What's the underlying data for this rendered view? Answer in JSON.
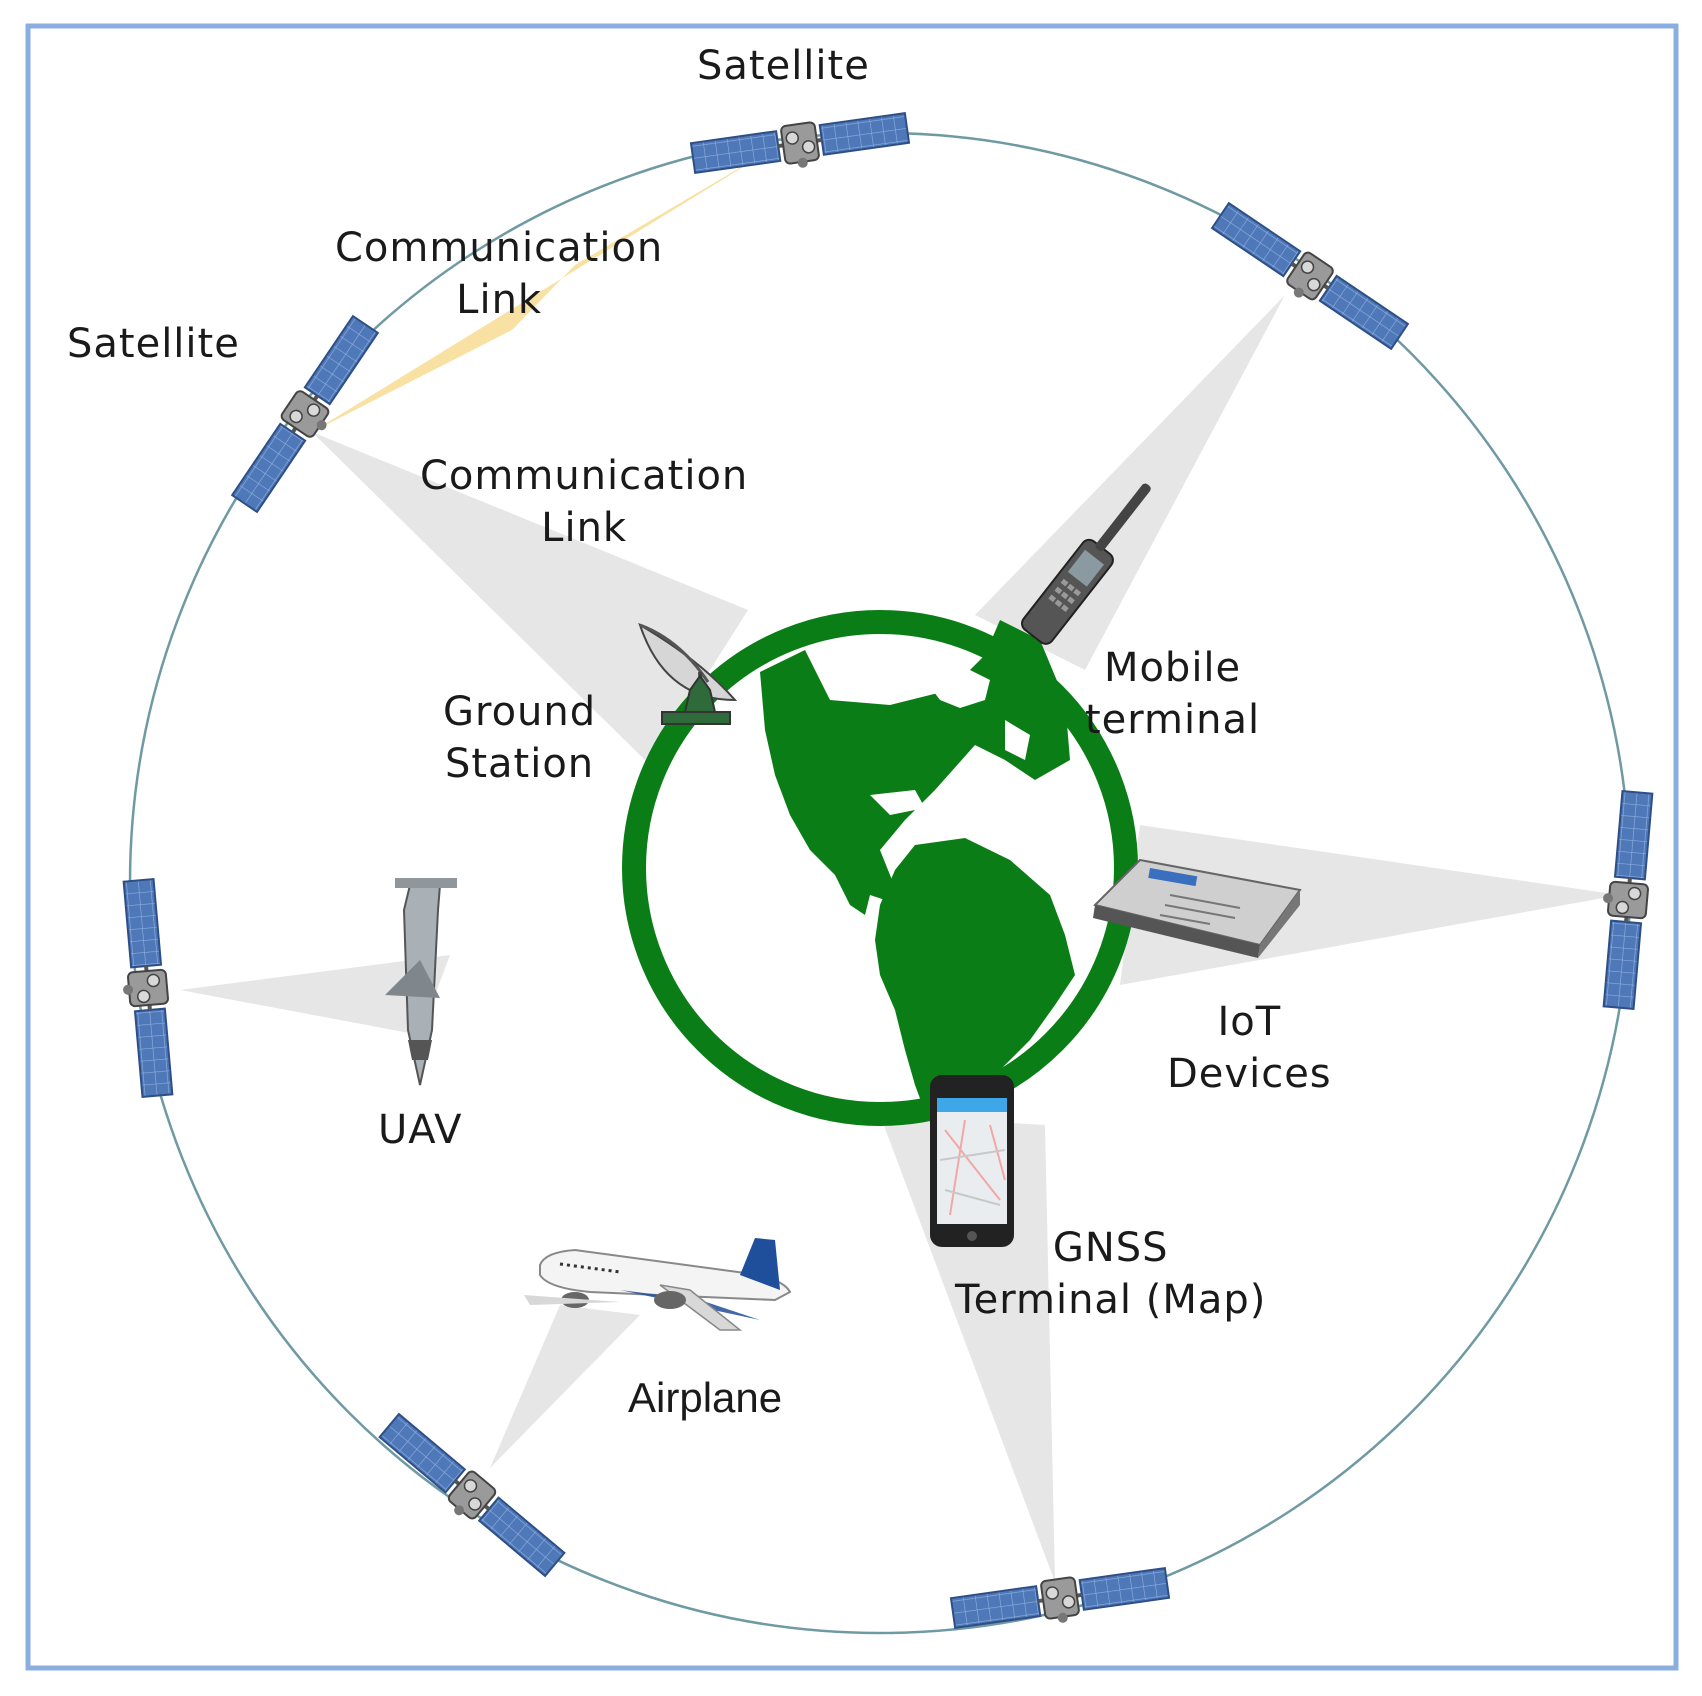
{
  "colors": {
    "frame": "#8aaee0",
    "orbit": "#6f9aa3",
    "earth": "#0a7d16",
    "beam": "#e6e6e6",
    "isl_beam": "#f7dc92",
    "panel": "#4f78b8"
  },
  "labels": {
    "satellite_top": "Satellite",
    "satellite_left": "Satellite",
    "isl_link": [
      "Communication",
      "Link"
    ],
    "ground_link": [
      "Communication",
      "Link"
    ],
    "ground_station": [
      "Ground",
      "Station"
    ],
    "mobile_terminal": [
      "Mobile",
      "terminal"
    ],
    "iot_devices": [
      "IoT",
      "Devices"
    ],
    "uav": "UAV",
    "gnss_terminal": [
      "GNSS",
      "Terminal (Map)"
    ],
    "airplane": "Airplane"
  },
  "icons": [
    "satellite-icon",
    "globe-icon",
    "satellite-dish-icon",
    "mobile-phone-icon",
    "iot-module-icon",
    "smartphone-map-icon",
    "uav-icon",
    "airplane-icon"
  ]
}
